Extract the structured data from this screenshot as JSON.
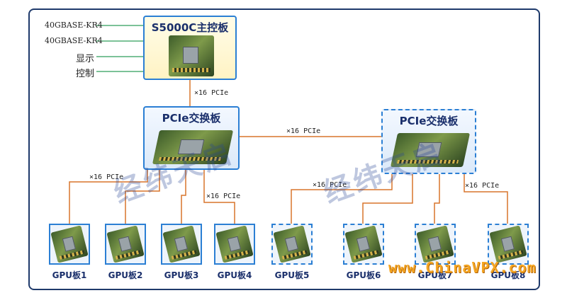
{
  "io_labels": [
    "40GBASE-KR4",
    "40GBASE-KR4",
    "显示",
    "控制"
  ],
  "main_board": {
    "title": "S5000C主控板"
  },
  "switch_left": {
    "title": "PCIe交换板"
  },
  "switch_right": {
    "title": "PCIe交换板"
  },
  "links": {
    "main_to_switch": "×16 PCIe",
    "switch_to_switch": "×16 PCIe",
    "left_to_gpu1": "×16 PCIe",
    "left_to_gpu4": "×16 PCIe",
    "right_to_gpu5": "×16 PCIe",
    "right_to_gpu8": "×16 PCIe"
  },
  "gpus": [
    "GPU板1",
    "GPU板2",
    "GPU板3",
    "GPU板4",
    "GPU板5",
    "GPU板6",
    "GPU板7",
    "GPU板8"
  ],
  "watermark": {
    "text": "经纬天启"
  },
  "site": "www.ChinaVPX.com",
  "colors": {
    "border_blue": "#2b7fd4",
    "wire_orange": "#d9752b",
    "wire_green": "#2e9e5a",
    "title_navy": "#1a2f6b"
  }
}
